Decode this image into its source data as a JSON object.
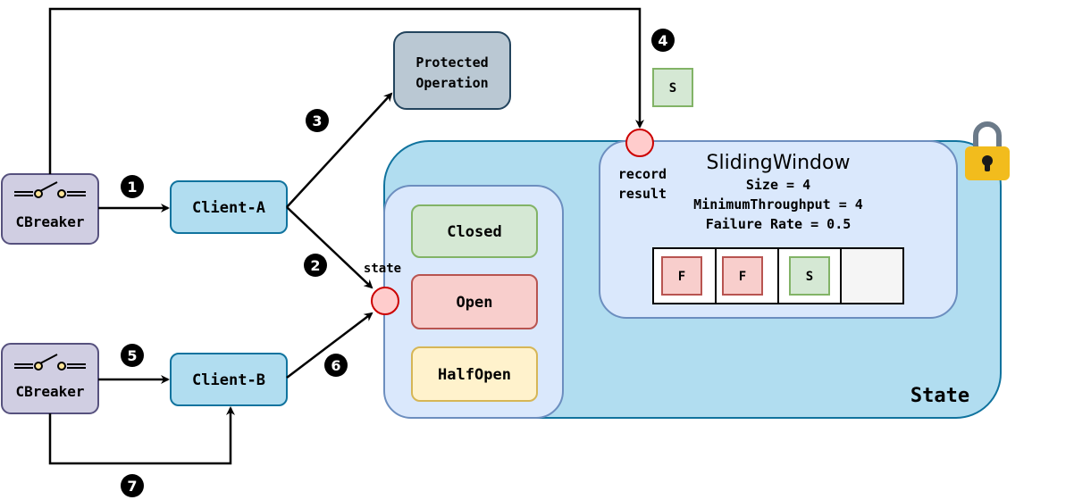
{
  "nodes": {
    "cbreaker_a": "CBreaker",
    "cbreaker_b": "CBreaker",
    "client_a": "Client-A",
    "client_b": "Client-B",
    "protected_operation": [
      "Protected",
      "Operation"
    ],
    "states": {
      "closed": "Closed",
      "open": "Open",
      "halfopen": "HalfOpen"
    },
    "state_container_label": "State",
    "state_port_label": "state",
    "record_port_label": [
      "record",
      "result"
    ],
    "sliding_window": {
      "title": "SlidingWindow",
      "params": [
        "Size = 4",
        "MinimumThroughput = 4",
        "Failure Rate = 0.5"
      ],
      "slots": [
        "F",
        "F",
        "S",
        ""
      ]
    },
    "incoming_result": "S"
  },
  "steps": [
    "1",
    "2",
    "3",
    "4",
    "5",
    "6",
    "7"
  ],
  "colors": {
    "cbreaker_fill": "#d0cee2",
    "cbreaker_stroke": "#56517e",
    "client_fill": "#b1ddf0",
    "client_stroke": "#10739e",
    "protected_fill": "#bac8d3",
    "protected_stroke": "#23445d",
    "state_outer_fill": "#b1ddf0",
    "state_outer_stroke": "#10739e",
    "inner_panel_fill": "#dae8fc",
    "inner_panel_stroke": "#6c8ebf",
    "closed_fill": "#d5e8d4",
    "closed_stroke": "#82b366",
    "open_fill": "#f8cecc",
    "open_stroke": "#b85450",
    "halfopen_fill": "#fff2cc",
    "halfopen_stroke": "#d6b656",
    "port_fill": "#ffcccc",
    "port_stroke": "#cc0000",
    "lock_body": "#f2bc1d",
    "lock_shackle": "#6b7a89"
  }
}
